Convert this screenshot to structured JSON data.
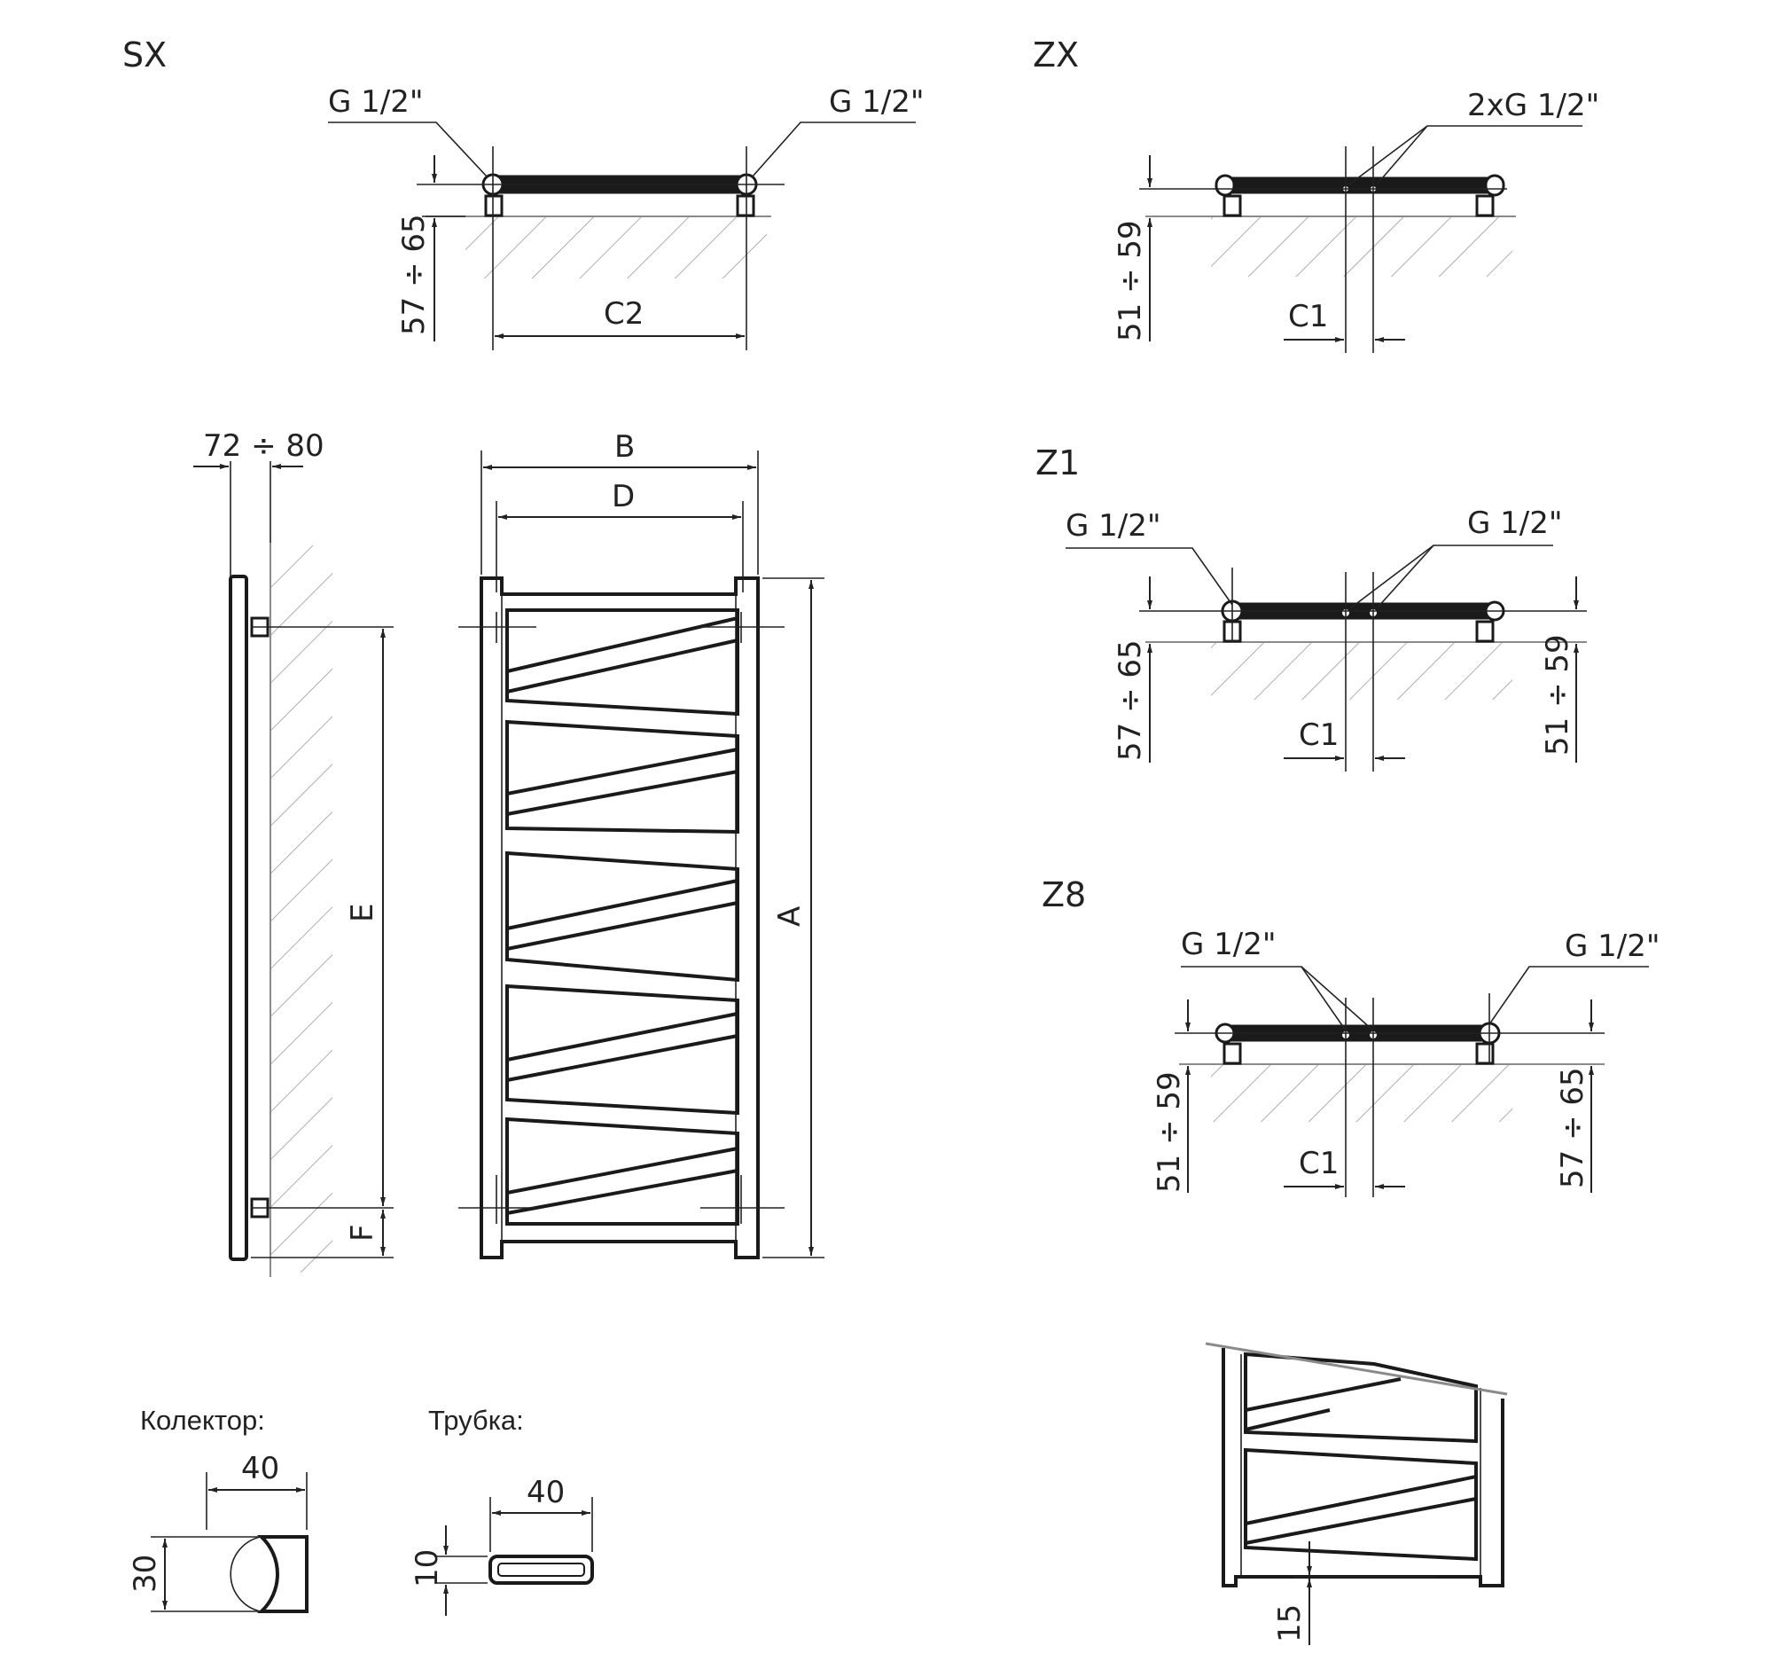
{
  "sections": {
    "sx": "SX",
    "zx": "ZX",
    "z1": "Z1",
    "z8": "Z8"
  },
  "labels": {
    "g_half": "G 1/2\"",
    "two_g_half": "2xG 1/2\"",
    "c1": "C1",
    "c2": "C2",
    "a": "A",
    "b": "B",
    "d": "D",
    "e": "E",
    "f": "F",
    "dim_57_65": "57 ÷ 65",
    "dim_51_59": "51 ÷ 59",
    "dim_72_80": "72 ÷ 80",
    "dim_15": "15"
  },
  "profiles": {
    "collector_title": "Колектор:",
    "collector_width": "40",
    "collector_height": "30",
    "tube_title": "Трубка:",
    "tube_width": "40",
    "tube_height": "10"
  }
}
